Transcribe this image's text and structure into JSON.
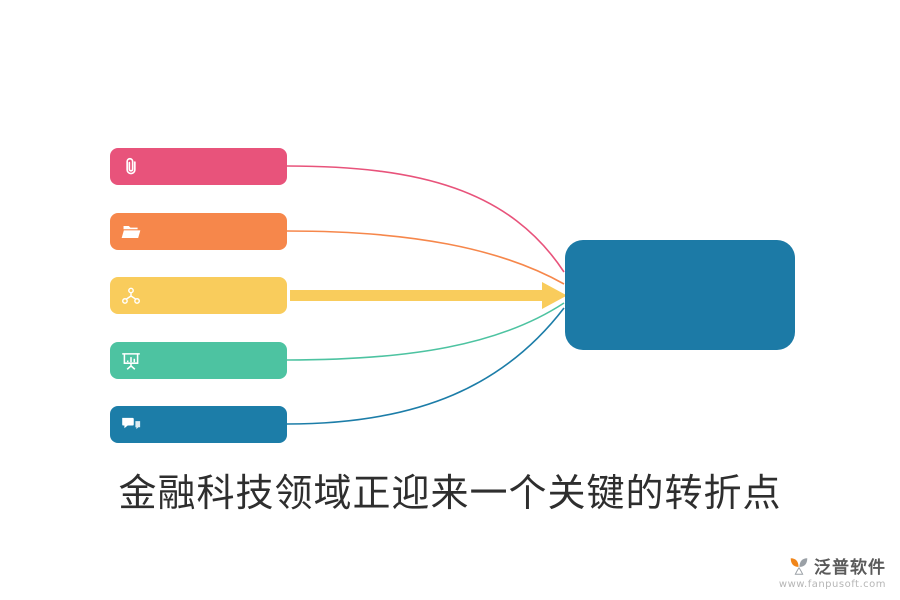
{
  "diagram": {
    "nodes": [
      {
        "name": "attachment-node",
        "icon": "paperclip-icon",
        "color": "#E8537B"
      },
      {
        "name": "folder-node",
        "icon": "folder-icon",
        "color": "#F6874B"
      },
      {
        "name": "network-node",
        "icon": "share-network-icon",
        "color": "#F9CC5C"
      },
      {
        "name": "presentation-node",
        "icon": "presentation-icon",
        "color": "#4DC3A1"
      },
      {
        "name": "chat-node",
        "icon": "chat-icon",
        "color": "#1C7DA8"
      }
    ],
    "hub": {
      "color": "#1C7AA6"
    }
  },
  "caption": "金融科技领域正迎来一个关键的转折点",
  "watermark": {
    "brand": "泛普软件",
    "url": "www.fanpusoft.com",
    "accent_color": "#F08519",
    "gray_color": "#9AA0A6"
  }
}
